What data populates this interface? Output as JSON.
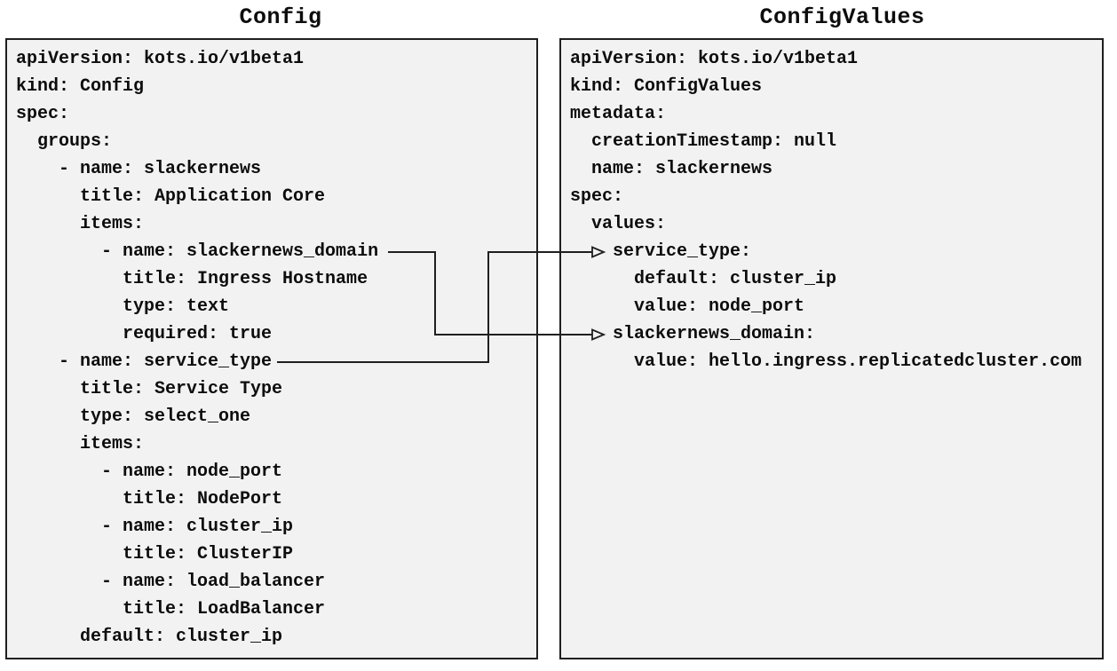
{
  "diagram": {
    "left_panel": {
      "title": "Config",
      "code": [
        "apiVersion: kots.io/v1beta1",
        "kind: Config",
        "spec:",
        "  groups:",
        "    - name: slackernews",
        "      title: Application Core",
        "      items:",
        "        - name: slackernews_domain",
        "          title: Ingress Hostname",
        "          type: text",
        "          required: true",
        "    - name: service_type",
        "      title: Service Type",
        "      type: select_one",
        "      items:",
        "        - name: node_port",
        "          title: NodePort",
        "        - name: cluster_ip",
        "          title: ClusterIP",
        "        - name: load_balancer",
        "          title: LoadBalancer",
        "      default: cluster_ip"
      ]
    },
    "right_panel": {
      "title": "ConfigValues",
      "code": [
        "apiVersion: kots.io/v1beta1",
        "kind: ConfigValues",
        "metadata:",
        "  creationTimestamp: null",
        "  name: slackernews",
        "spec:",
        "  values:",
        "    service_type:",
        "      default: cluster_ip",
        "      value: node_port",
        "    slackernews_domain:",
        "      value: hello.ingress.replicatedcluster.com"
      ]
    },
    "connectors": [
      {
        "from": "Config item slackernews_domain",
        "to": "ConfigValues value slackernews_domain"
      },
      {
        "from": "Config item service_type",
        "to": "ConfigValues value service_type"
      }
    ],
    "colors": {
      "background": "#ffffff",
      "box_fill": "#f2f2f2",
      "box_border": "#1f1f1f",
      "text": "#0d0d0d",
      "connector": "#1f1f1f"
    }
  }
}
